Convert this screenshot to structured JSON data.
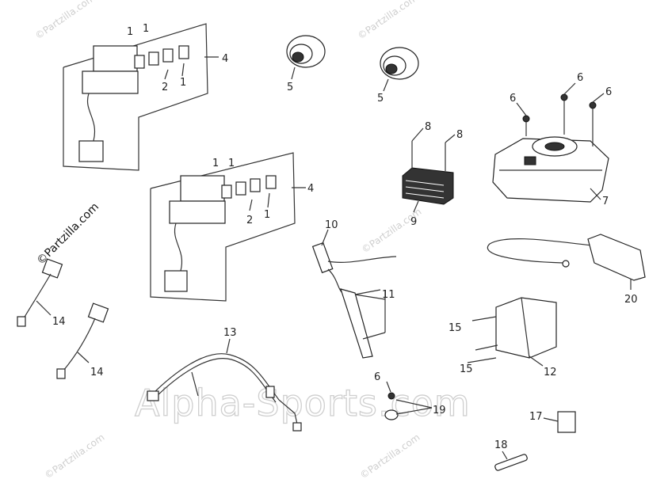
{
  "watermarks": {
    "small": "©Partzilla.com",
    "large": "Alpha-Sports.com",
    "side": "©Partzilla.com"
  },
  "callouts": {
    "c1a": "1",
    "c1b": "1",
    "c1c": "1",
    "c1d": "1",
    "c2a": "2",
    "c2b": "2",
    "c4a": "4",
    "c4b": "4",
    "c5a": "5",
    "c5b": "5",
    "c6a": "6",
    "c6b": "6",
    "c6c": "6",
    "c6d": "6",
    "c7": "7",
    "c8a": "8",
    "c8b": "8",
    "c9": "9",
    "c10": "10",
    "c11": "11",
    "c12": "12",
    "c13": "13",
    "c14a": "14",
    "c14b": "14",
    "c15a": "15",
    "c15b": "15",
    "c17": "17",
    "c18": "18",
    "c19": "19",
    "c20": "20"
  },
  "colors": {
    "line": "#333333",
    "watermark": "#cfcfcf"
  }
}
